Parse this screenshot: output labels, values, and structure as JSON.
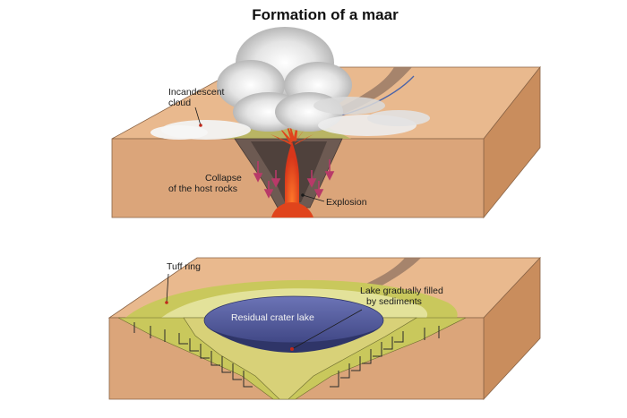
{
  "title": "Formation of a maar",
  "top_block": {
    "labels": {
      "cloud_l1": "Incandescent",
      "cloud_l2": "cloud",
      "collapse_l1": "Collapse",
      "collapse_l2": "of the host rocks",
      "explosion": "Explosion"
    }
  },
  "bottom_block": {
    "labels": {
      "tuff": "Tuff ring",
      "lake_fill_l1": "Lake gradually filled",
      "lake_fill_l2": "by sediments",
      "crater_lake": "Residual crater lake"
    }
  },
  "colors": {
    "block_top": "#e9b98e",
    "block_front": "#dba57a",
    "block_side": "#c98d5d",
    "tuff": "#c9c85c",
    "tuff_light": "#e3e29a",
    "lake": "#5a64a6",
    "lava": "#e0441c",
    "arrow": "#b83a68"
  }
}
